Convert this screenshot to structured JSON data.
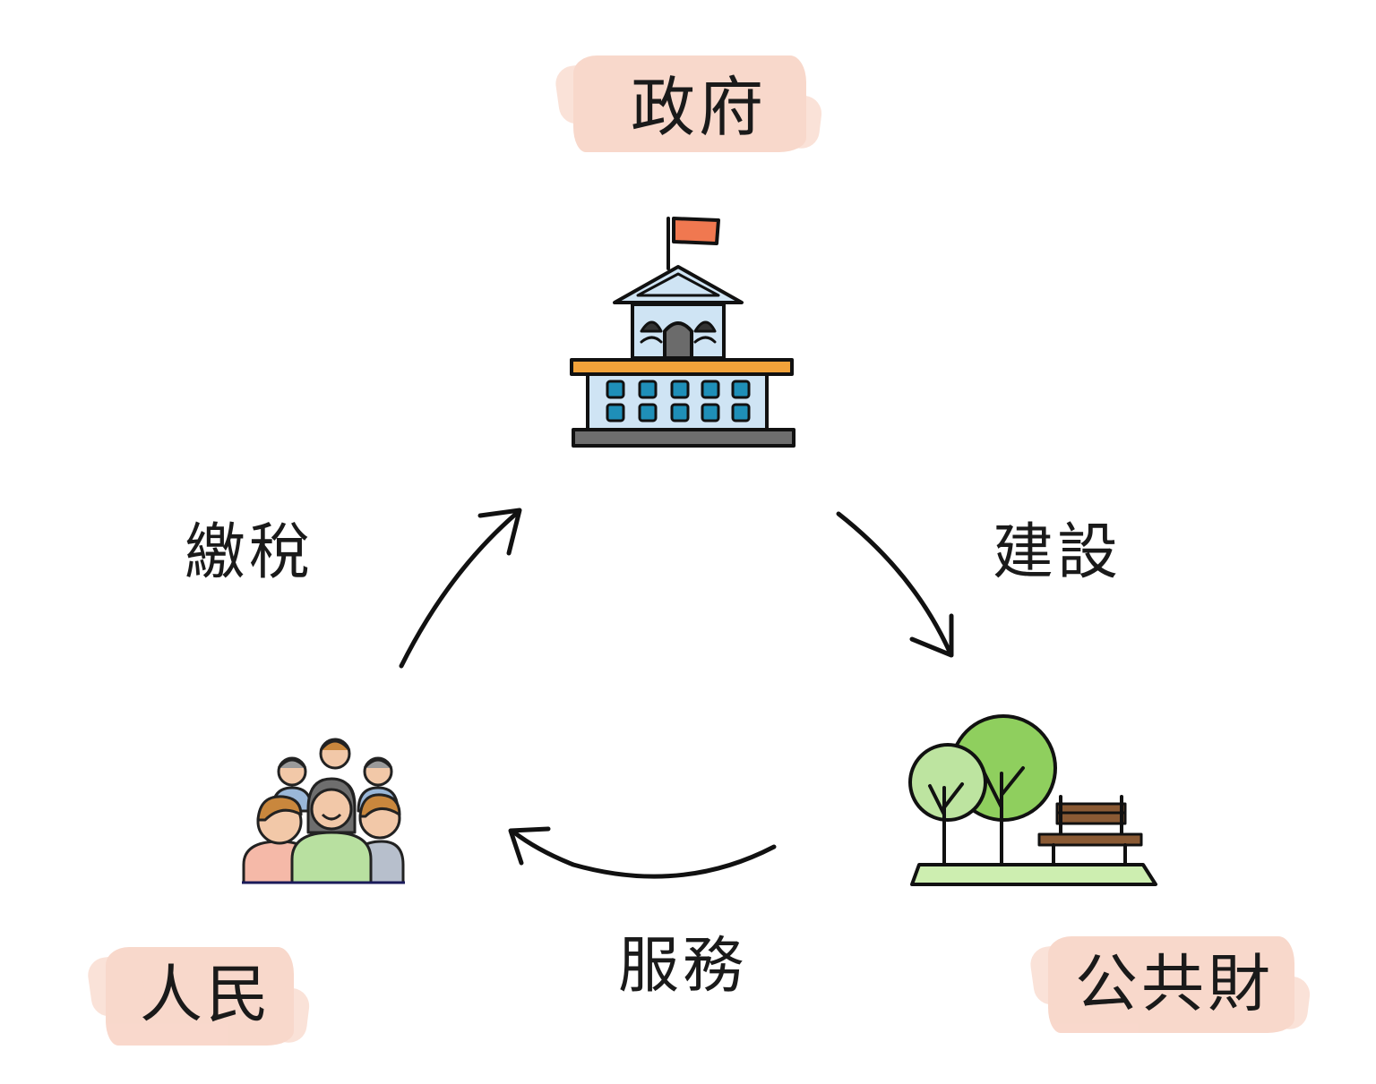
{
  "nodes": {
    "government": {
      "label": "政府",
      "highlight": "#f8d4c6"
    },
    "people": {
      "label": "人民",
      "highlight": "#f8d4c6"
    },
    "public_goods": {
      "label": "公共財",
      "highlight": "#f8d4c6"
    }
  },
  "edges": {
    "tax": {
      "label": "繳稅",
      "from": "people",
      "to": "government"
    },
    "build": {
      "label": "建設",
      "from": "government",
      "to": "public_goods"
    },
    "service": {
      "label": "服務",
      "from": "public_goods",
      "to": "people"
    }
  },
  "icons": [
    "government-building-icon",
    "people-group-icon",
    "park-icon"
  ],
  "colors": {
    "flag": "#f07850",
    "building_wall": "#cfe4f4",
    "building_band": "#f2a23a",
    "window": "#1f8fb8",
    "tree_light": "#bde4a0",
    "tree_dark": "#8fcf5e",
    "grass": "#cdeeb0",
    "bench": "#8a5a34"
  }
}
